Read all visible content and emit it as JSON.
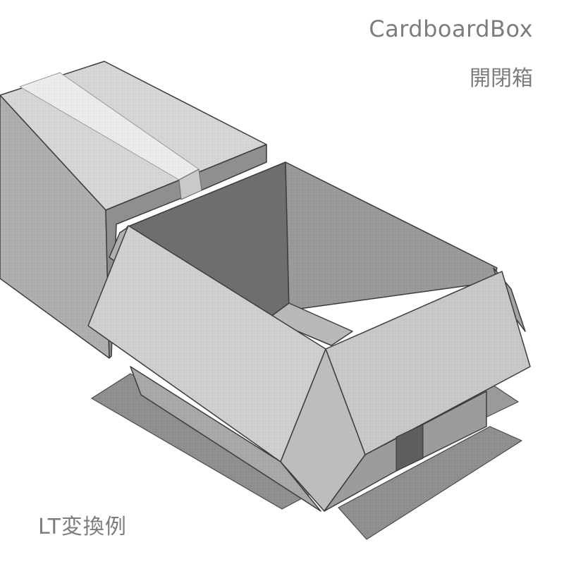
{
  "header": {
    "title": "CardboardBox",
    "subtitle": "開閉箱"
  },
  "footer": {
    "caption": "LT変換例"
  },
  "illustration": {
    "subject": "cardboard boxes (closed and open)",
    "palette": {
      "light": "#dcdcdc",
      "mid": "#b4b4b4",
      "dark": "#8a8a8a",
      "darker": "#6b6b6b",
      "outline": "#3c3c3c",
      "text": "#7d7d7d"
    }
  }
}
